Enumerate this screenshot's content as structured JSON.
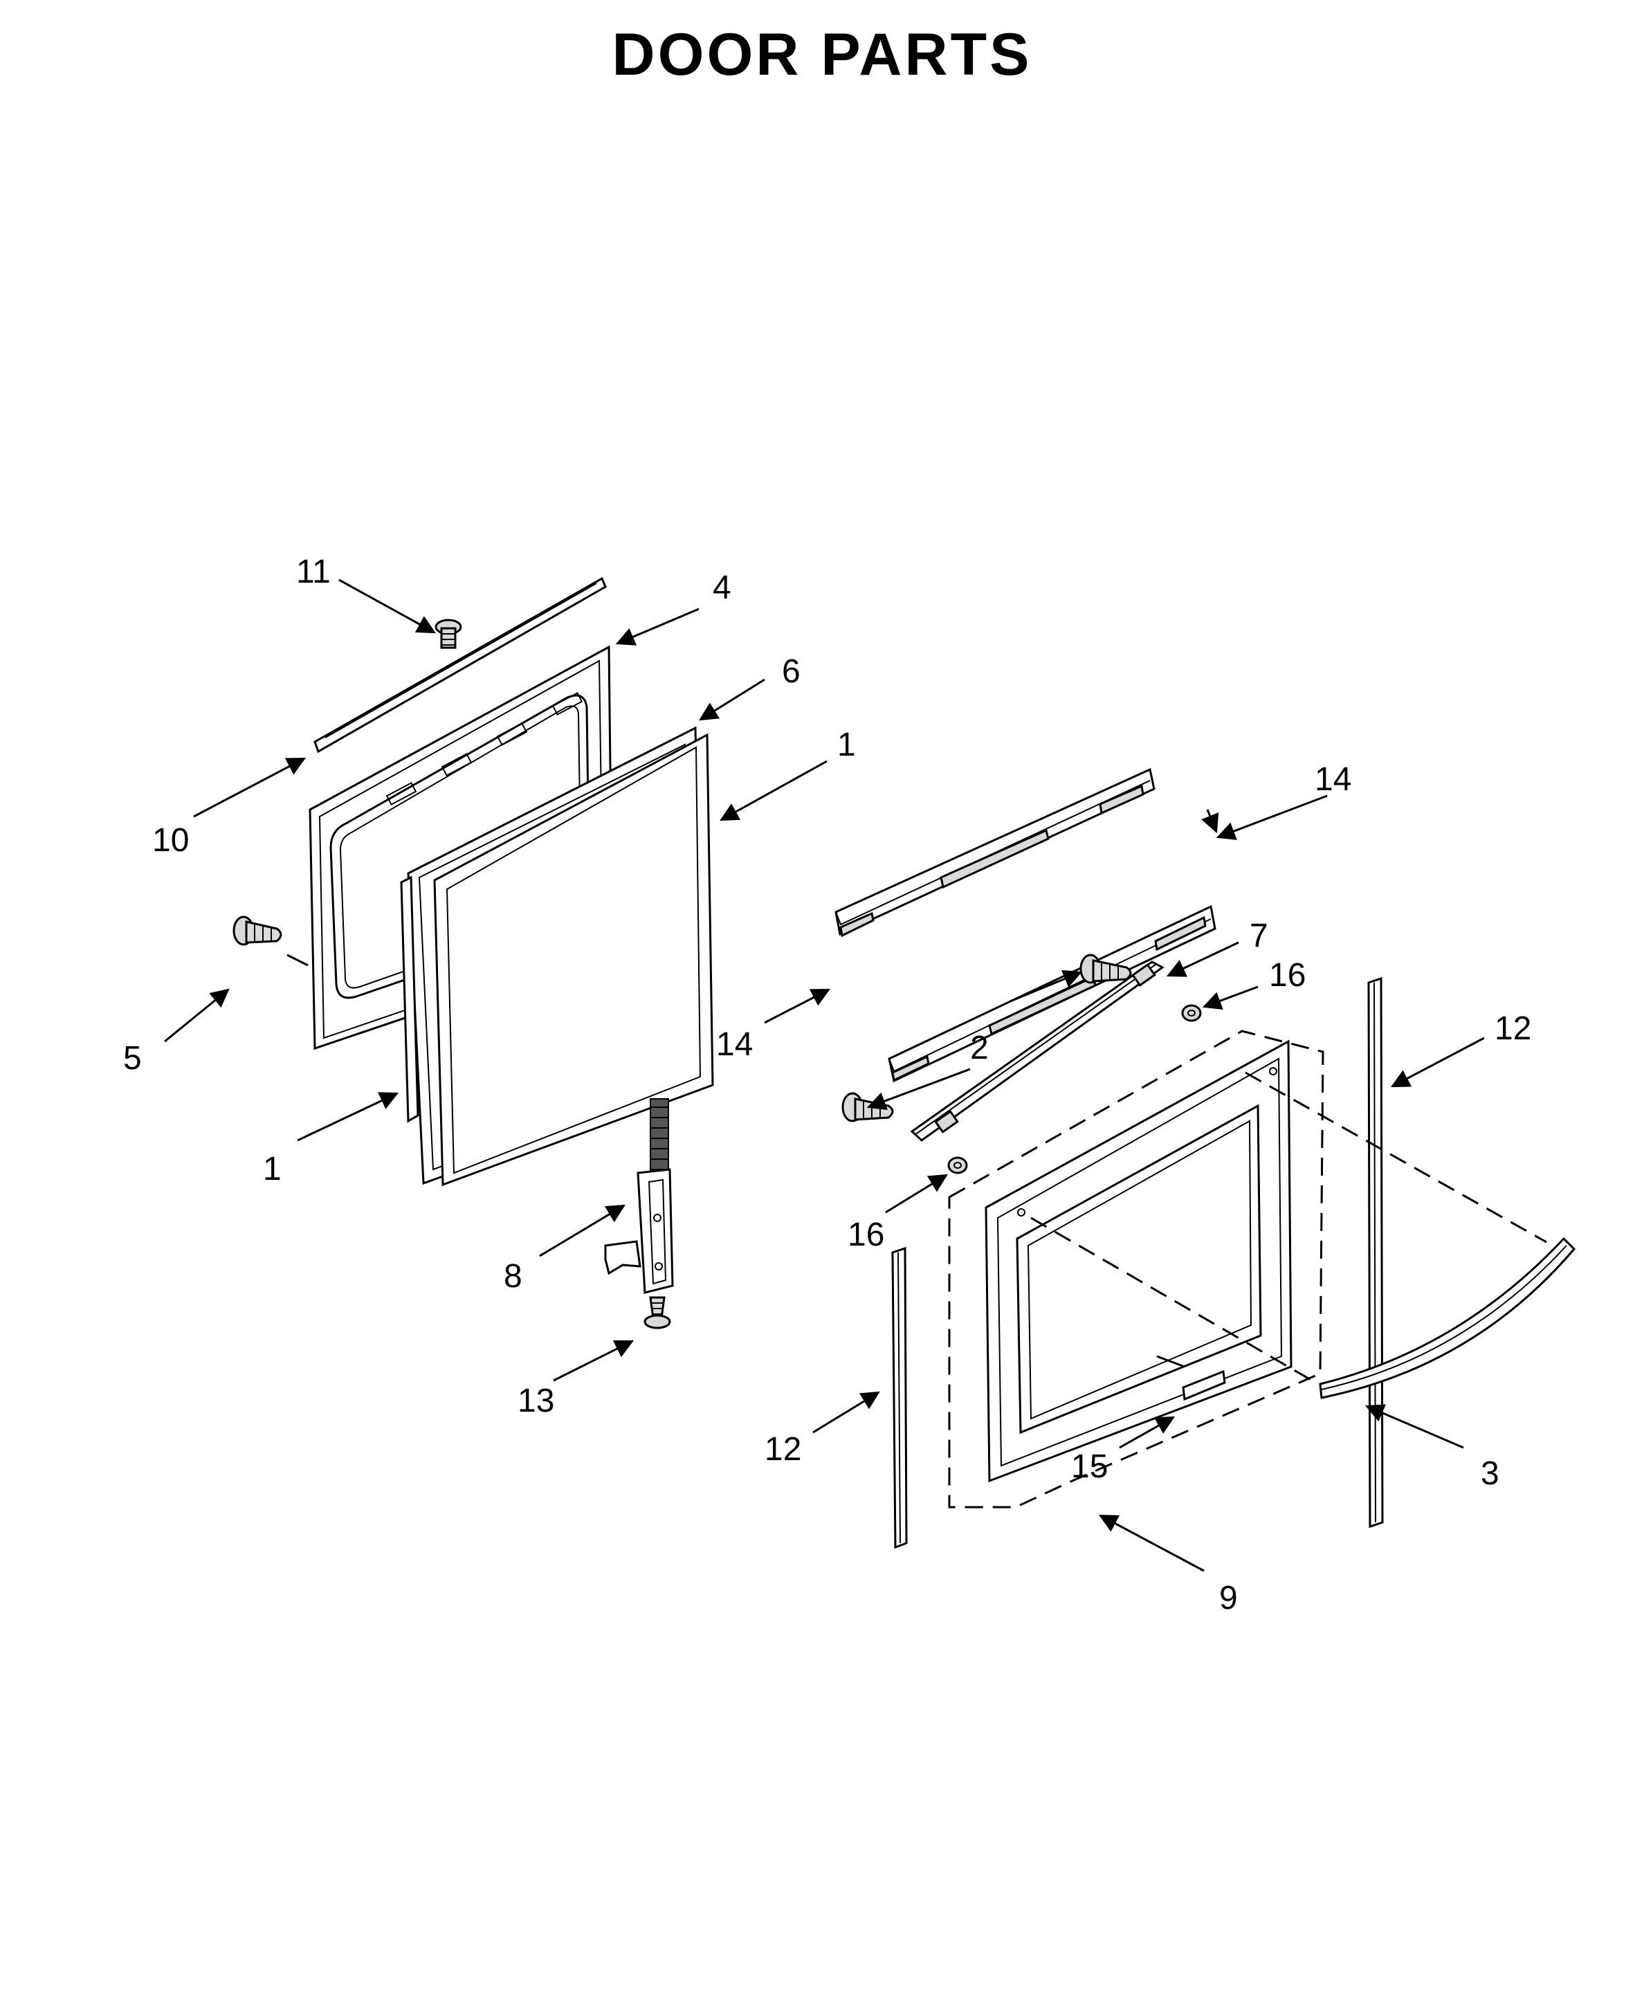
{
  "title": "DOOR PARTS",
  "callouts": [
    {
      "id": "11",
      "label": "11"
    },
    {
      "id": "4",
      "label": "4"
    },
    {
      "id": "6",
      "label": "6"
    },
    {
      "id": "1a",
      "label": "1"
    },
    {
      "id": "10",
      "label": "10"
    },
    {
      "id": "5",
      "label": "5"
    },
    {
      "id": "1b",
      "label": "1"
    },
    {
      "id": "14a",
      "label": "14"
    },
    {
      "id": "14b",
      "label": "14"
    },
    {
      "id": "7",
      "label": "7"
    },
    {
      "id": "16a",
      "label": "16"
    },
    {
      "id": "2",
      "label": "2"
    },
    {
      "id": "12a",
      "label": "12"
    },
    {
      "id": "16b",
      "label": "16"
    },
    {
      "id": "8",
      "label": "8"
    },
    {
      "id": "13",
      "label": "13"
    },
    {
      "id": "12b",
      "label": "12"
    },
    {
      "id": "15",
      "label": "15"
    },
    {
      "id": "3",
      "label": "3"
    },
    {
      "id": "9",
      "label": "9"
    }
  ]
}
